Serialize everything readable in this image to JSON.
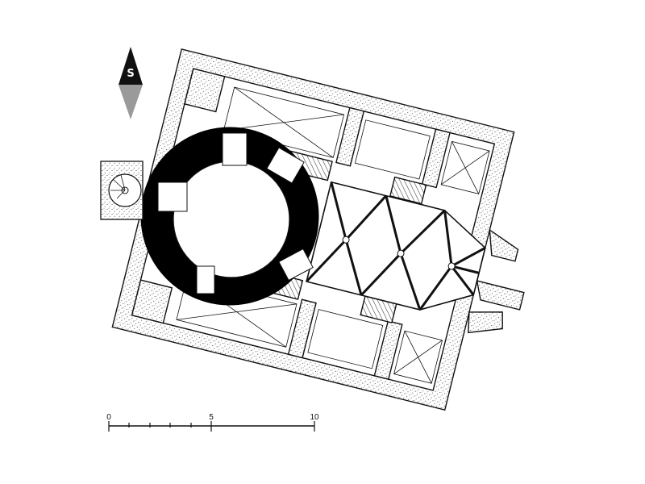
{
  "compass": {
    "letter": "S",
    "icon": "north-arrow-icon"
  },
  "scale_bar": {
    "labels": [
      "0",
      "5",
      "10"
    ]
  },
  "colors": {
    "ink": "#111111",
    "paper": "#ffffff",
    "stipple": "#222222",
    "arrow_dark": "#111111",
    "arrow_light": "#9a9a9a"
  }
}
